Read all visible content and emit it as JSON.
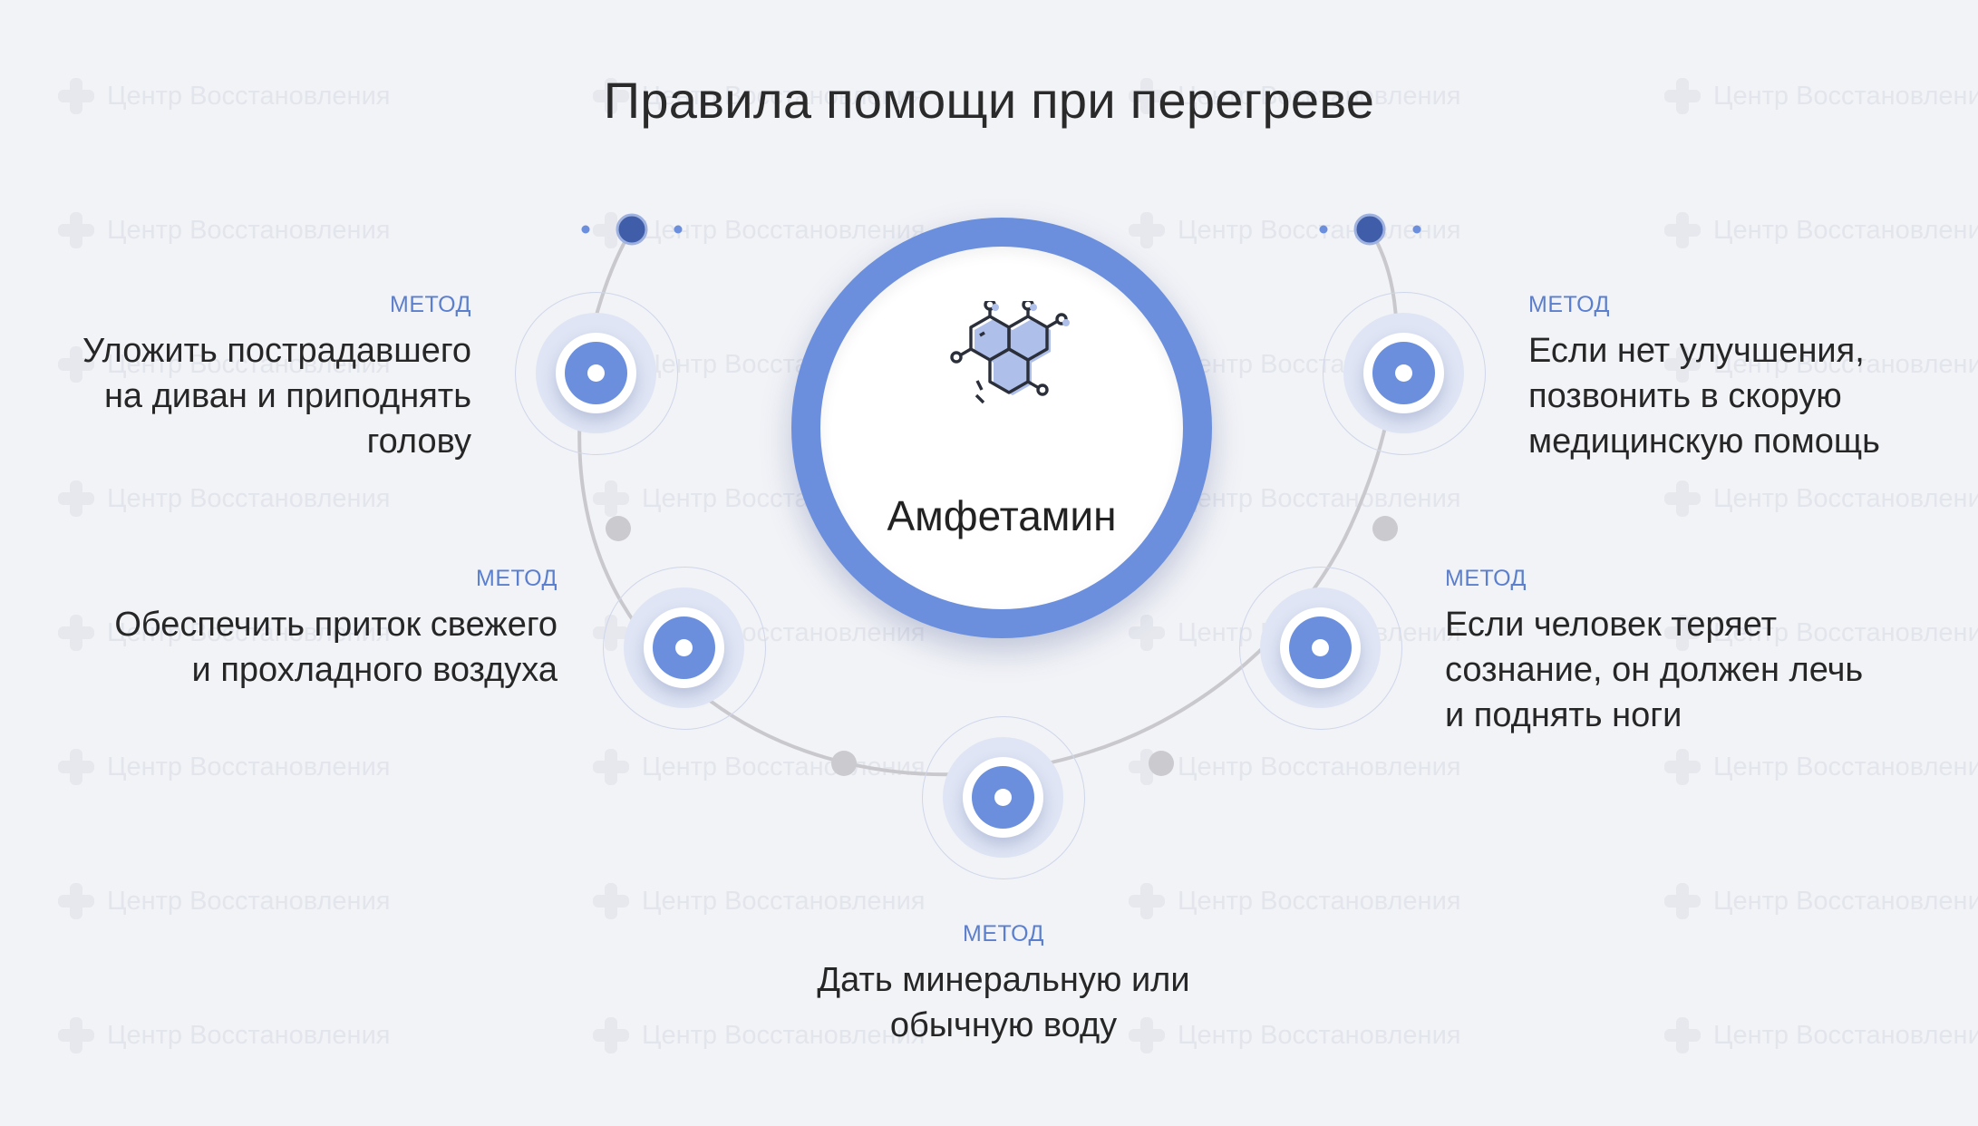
{
  "watermark": {
    "text": "Центр Восстановления"
  },
  "title": "Правила помощи при перегреве",
  "center": {
    "label": "Амфетамин",
    "icon": "molecule-icon"
  },
  "methods": [
    {
      "label": "МЕТОД",
      "text": "Уложить пострадавшего\nна диван и приподнять\nголову"
    },
    {
      "label": "МЕТОД",
      "text": "Обеспечить приток свежего\nи прохладного воздуха"
    },
    {
      "label": "МЕТОД",
      "text": "Дать минеральную или\nобычную воду"
    },
    {
      "label": "МЕТОД",
      "text": "Если человек теряет\nсознание, он должен лечь\nи поднять ноги"
    },
    {
      "label": "МЕТОД",
      "text": "Если нет улучшения,\nпозвонить в скорую\nмедицинскую помощь"
    }
  ],
  "colors": {
    "accent": "#6b8fdc",
    "label": "#5b7fcf",
    "track": "#c8c8cc",
    "endpoint": "#3f5da8",
    "background": "#f2f3f7"
  }
}
